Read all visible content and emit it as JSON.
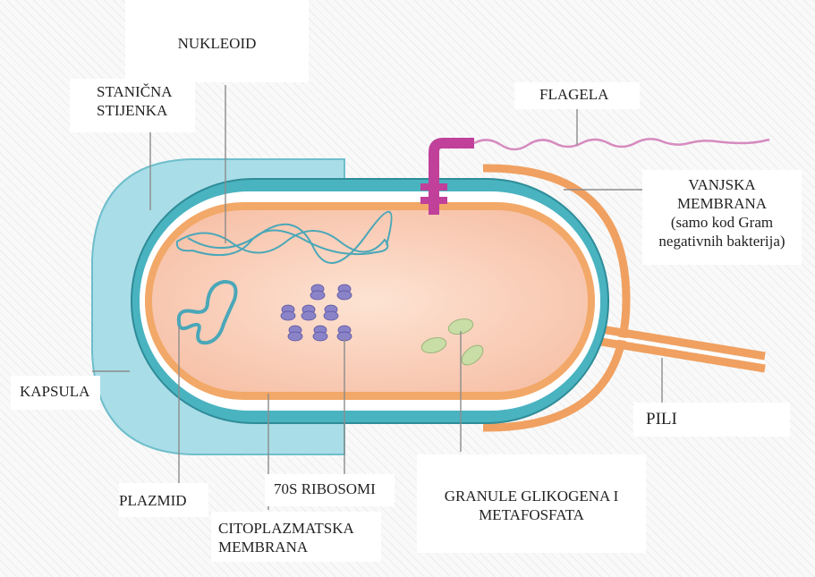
{
  "labels": {
    "nukleoid": "NUKLEOID",
    "stanicna_stijenka": [
      "STANIČNA",
      "STIJENKA"
    ],
    "flagela": "FLAGELA",
    "vanjska_membrana": [
      "VANJSKA",
      "MEMBRANA"
    ],
    "vanjska_note": [
      "(samo kod Gram",
      "negativnih bakterija)"
    ],
    "kapsula": "KAPSULA",
    "pili": "PILI",
    "plazmid": "PLAZMID",
    "ribosomi": "70S RIBOSOMI",
    "citoplazmatska": [
      "CITOPLAZMATSKA",
      "MEMBRANA"
    ],
    "granule": [
      "GRANULE GLIKOGENA I",
      "METAFOSFATA"
    ]
  },
  "colors": {
    "capsule": "#a8dce6",
    "cell_wall": "#4ab3c0",
    "outer_membrane": "#f2a86a",
    "cytoplasm": "#fbd0bb",
    "nucleoid": "#4aa7b8",
    "ribosome": "#8a83c8",
    "granule": "#c7dca4",
    "flagellum": "#c0409a"
  }
}
